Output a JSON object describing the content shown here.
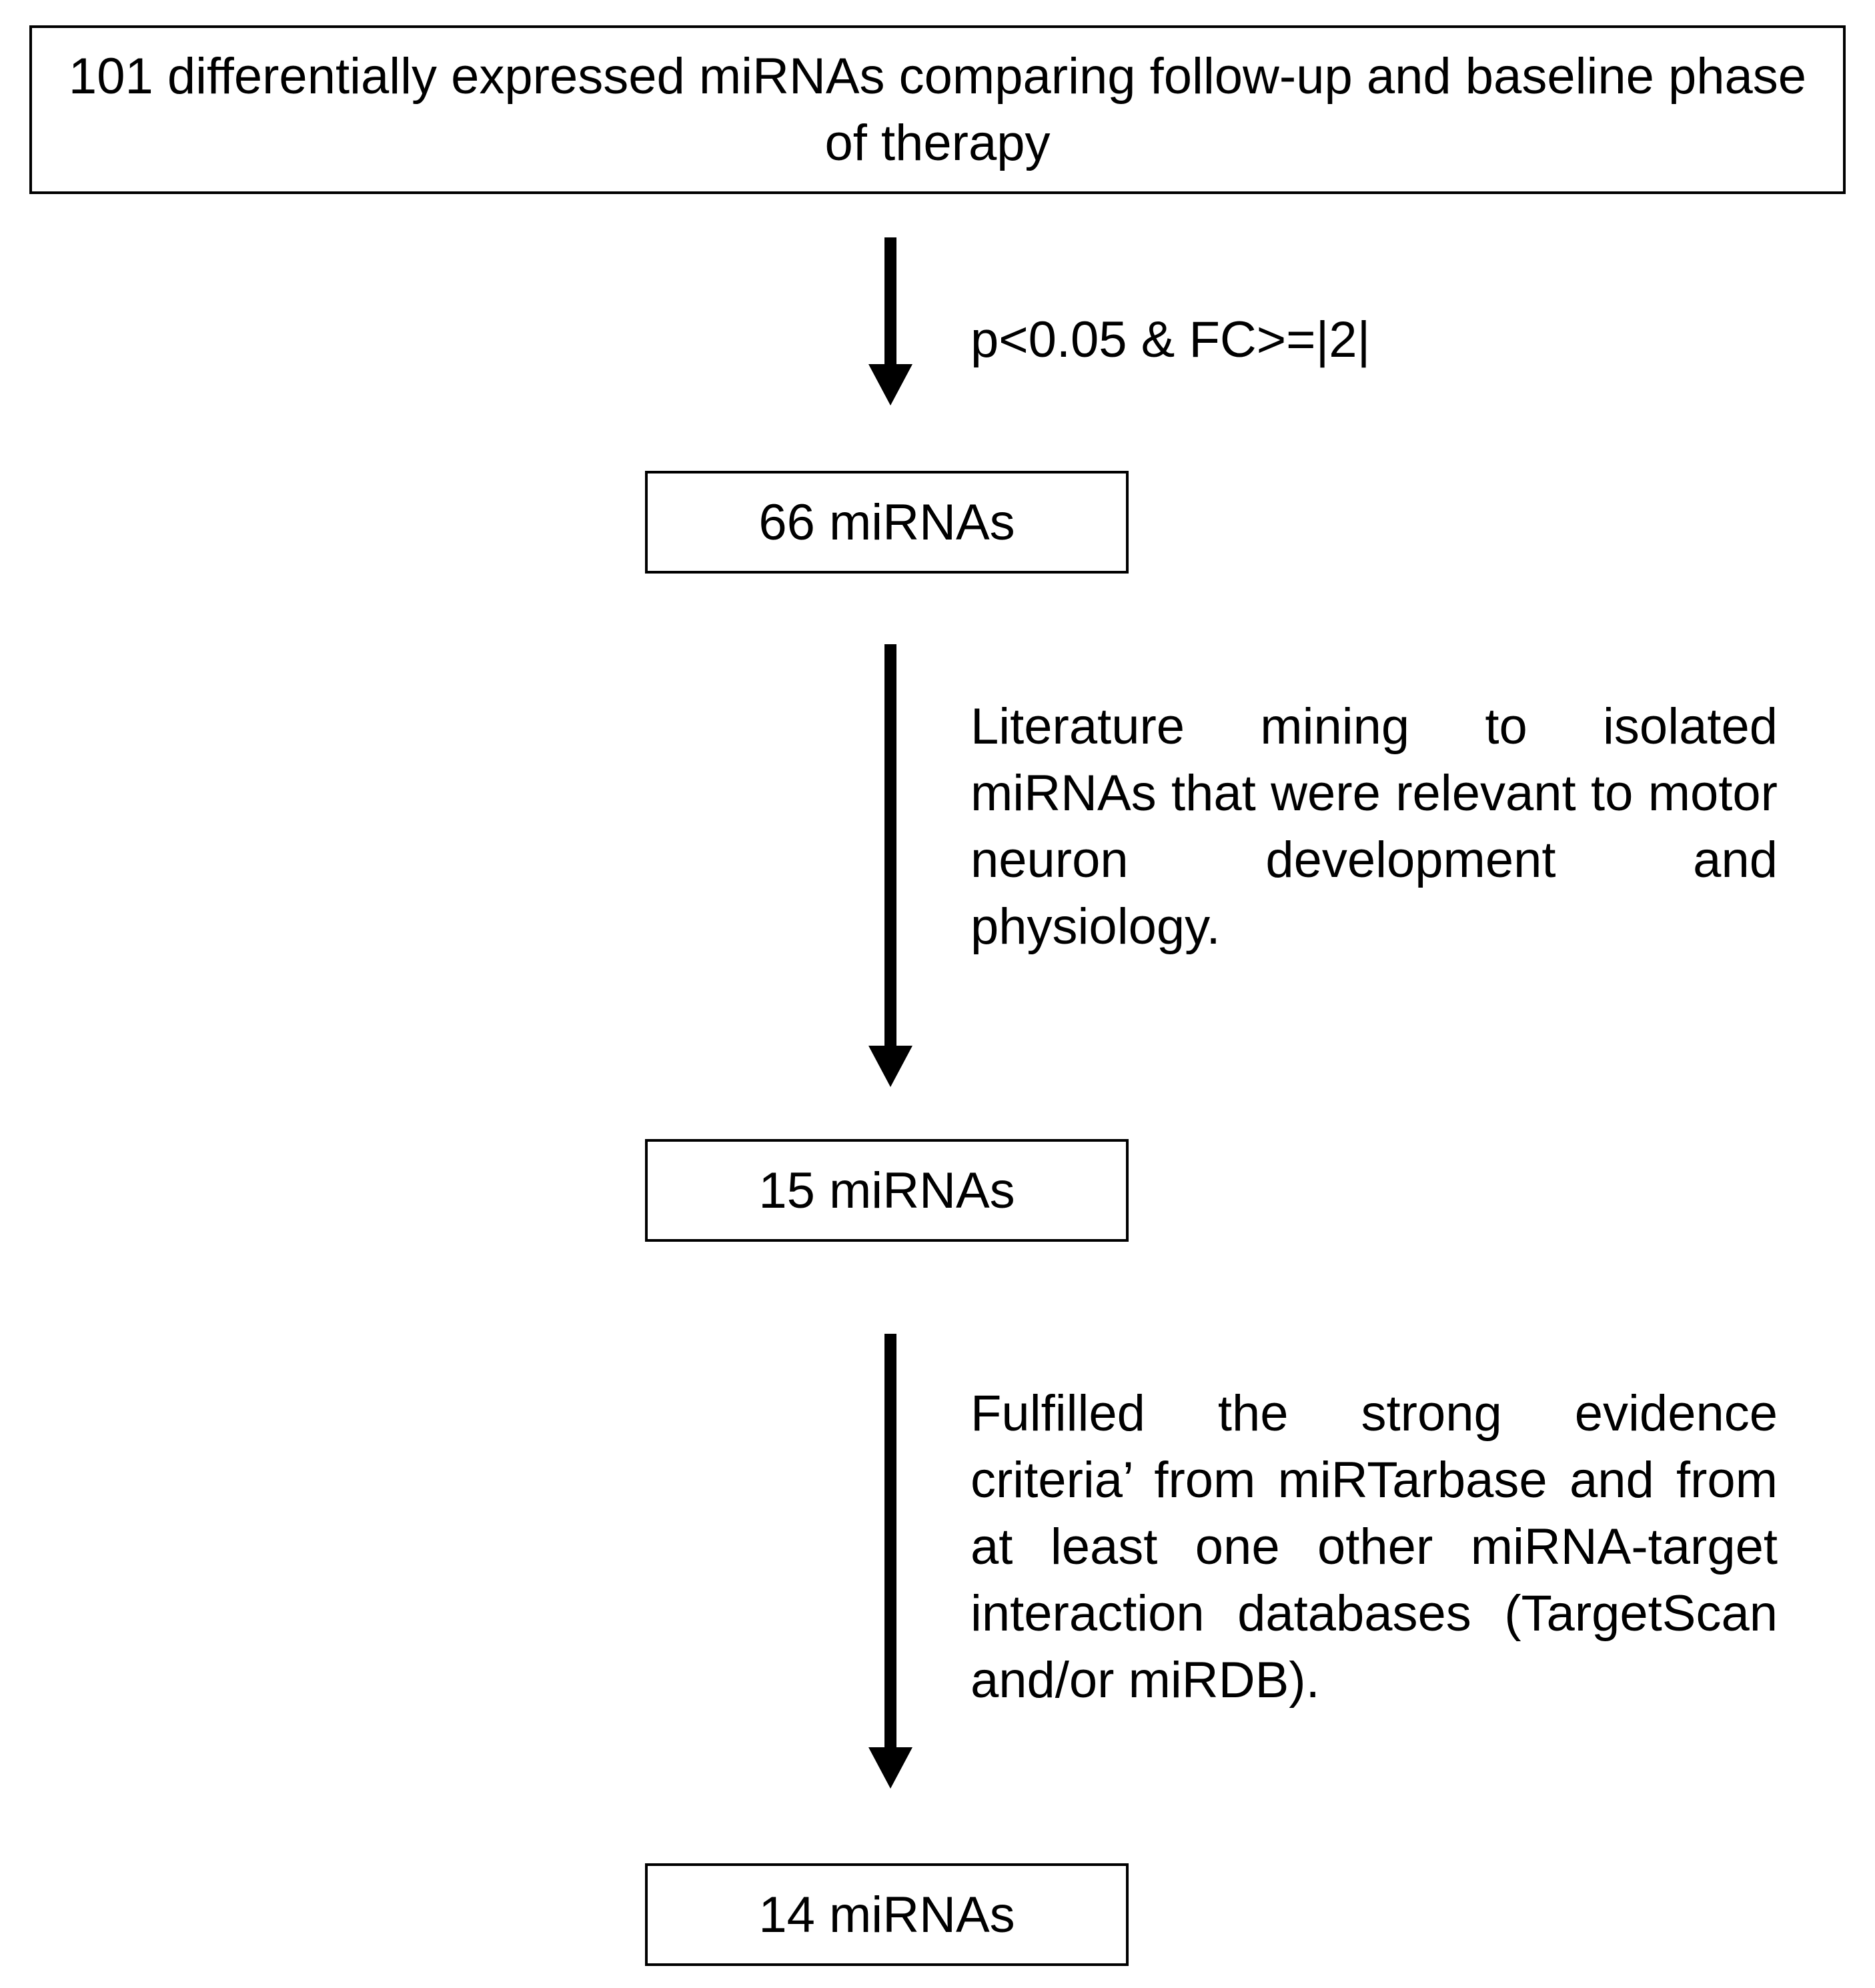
{
  "boxes": {
    "start": "101 differentially expressed miRNAs comparing follow-up and baseline phase of therapy",
    "step1": "66 miRNAs",
    "step2": "15 miRNAs",
    "step3": "14 miRNAs"
  },
  "criteria": {
    "filter1": "p<0.05 & FC>=|2|",
    "filter2": "Literature mining to isolated miRNAs that were relevant to motor neuron development and physiology.",
    "filter3": "Fulfilled the strong evidence criteria’ from miRTarbase and from at least one other miRNA-target interaction databases (TargetScan and/or miRDB)."
  }
}
